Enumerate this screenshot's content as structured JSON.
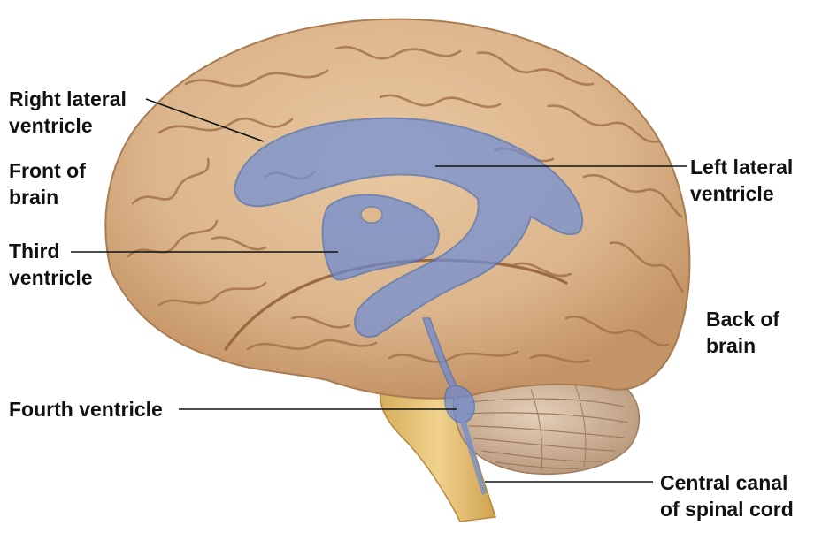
{
  "labels": {
    "right_lateral_ventricle": [
      "Right lateral",
      "ventricle"
    ],
    "front_of_brain": [
      "Front of",
      "brain"
    ],
    "third_ventricle": [
      "Third",
      "ventricle"
    ],
    "fourth_ventricle": [
      "Fourth ventricle"
    ],
    "left_lateral_ventricle": [
      "Left lateral",
      "ventricle"
    ],
    "back_of_brain": [
      "Back of",
      "brain"
    ],
    "central_canal": [
      "Central canal",
      "of spinal cord"
    ]
  },
  "colors": {
    "brain": "#dcb58c",
    "brain_dark": "#b8875a",
    "gyrus_line": "#a4744a",
    "ventricle": "#6f8fd6",
    "cerebellum": "#c7ab8f",
    "brainstem": "#e2c27a",
    "leader_line": "#111111"
  }
}
